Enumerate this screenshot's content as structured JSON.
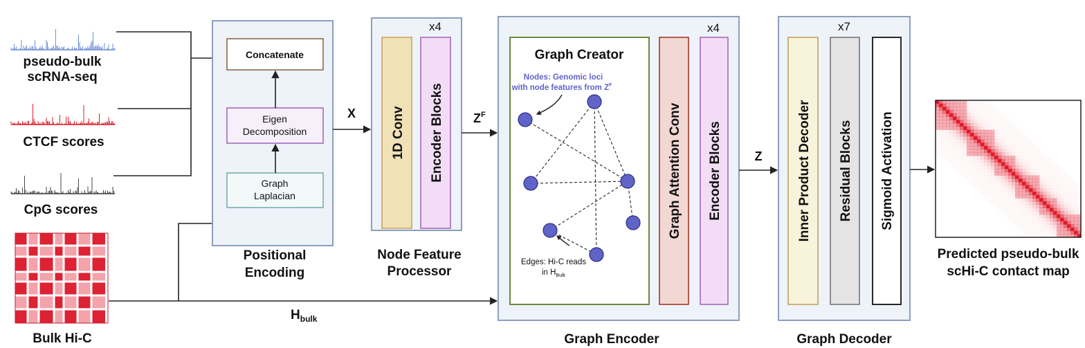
{
  "inputs": {
    "scrna_line1": "pseudo-bulk",
    "scrna_line2": "scRNA-seq",
    "ctcf": "CTCF scores",
    "cpg": "CpG scores",
    "bulk_hic": "Bulk Hi-C",
    "hbulk_main": "H",
    "hbulk_sub": "bulk"
  },
  "positional_encoding": {
    "concatenate": "Concatenate",
    "eigen_line1": "Eigen",
    "eigen_line2": "Decomposition",
    "graph_line1": "Graph",
    "graph_line2": "Laplacian",
    "title_line1": "Positional",
    "title_line2": "Encoding"
  },
  "x_label": "X",
  "node_feature_processor": {
    "repeat": "x4",
    "conv": "1D Conv",
    "encoder": "Encoder Blocks",
    "title_line1": "Node Feature",
    "title_line2": "Processor"
  },
  "zf_main": "Z",
  "zf_sup": "F",
  "graph_encoder": {
    "repeat": "x4",
    "creator_title": "Graph Creator",
    "nodes_line1": "Nodes: Genomic loci",
    "nodes_line2": "with node features from Z",
    "nodes_sup": "F",
    "edges_line1": "Edges: Hi-C reads",
    "edges_line2": "in H",
    "edges_sub": "Bulk",
    "attention": "Graph Attention Conv",
    "encoder": "Encoder Blocks",
    "title": "Graph Encoder"
  },
  "z_label": "Z",
  "graph_decoder": {
    "repeat": "x7",
    "inner": "Inner Product Decoder",
    "residual": "Residual Blocks",
    "sigmoid": "Sigmoid Activation",
    "title": "Graph Decoder"
  },
  "output": {
    "line1": "Predicted pseudo-bulk",
    "line2": "scHi-C contact map"
  },
  "colors": {
    "panel_fill": "#eef2f9",
    "panel_stroke": "#8aa0bc",
    "conv_fill": "#f1e1b6",
    "conv_stroke": "#c8a560",
    "encoder_fill": "#f3ddf6",
    "encoder_stroke": "#a66ab8",
    "attention_fill": "#f2d8d2",
    "attention_stroke": "#a0382c",
    "creator_stroke": "#6a8a3c",
    "inner_fill": "#f8f4dc",
    "inner_stroke": "#c0a060",
    "residual_fill": "#e4e4e4",
    "residual_stroke": "#777777",
    "node_fill": "#6064c8",
    "hic_red": "#dd2233",
    "hic_pink": "#f5a3ab",
    "scrna_color": "#6d8fd8",
    "ctcf_color": "#dd1d2a",
    "cpg_color": "#444444"
  }
}
